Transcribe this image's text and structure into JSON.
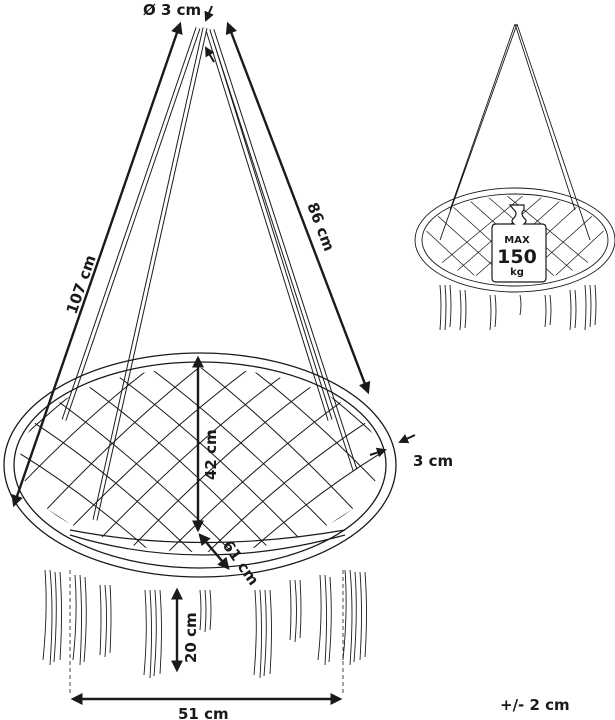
{
  "diagram": {
    "subject": "hanging macrame chair dimensions",
    "main_view": {
      "labels": {
        "rope_diameter": "Ø 3 cm",
        "total_rope_height": "107 cm",
        "rope_length": "86 cm",
        "seat_depth": "42 cm",
        "ring_thickness": "3 cm",
        "ring_diameter": "61 cm",
        "fringe_length": "20 cm",
        "base_width": "51 cm"
      }
    },
    "inset_view": {
      "weight_badge": {
        "line1": "MAX",
        "line2": "150",
        "line3": "kg"
      }
    },
    "tolerance": "+/- 2 cm"
  },
  "colors": {
    "ink": "#1a1a1a",
    "background": "#ffffff"
  }
}
